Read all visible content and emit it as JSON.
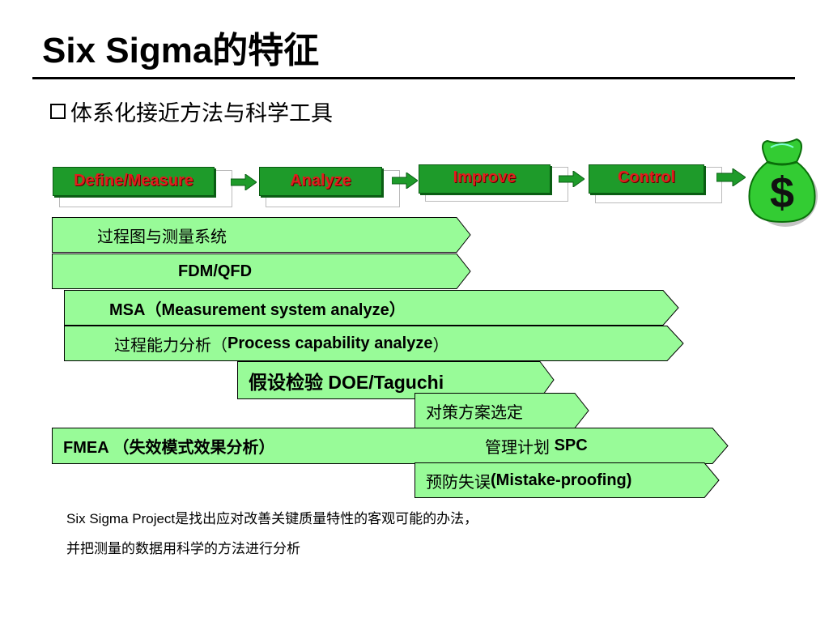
{
  "title": "Six Sigma的特征",
  "bullet": "体系化接近方法与科学工具",
  "flow_steps": [
    "Define/Measure",
    "Analyze",
    "Improve",
    "Control"
  ],
  "money_symbol": "$",
  "bars": {
    "b1": "过程图与测量系统",
    "b2": "FDM/QFD",
    "b3": "MSA（Measurement system analyze）",
    "b4a": "过程能力分析（",
    "b4b": "Process capability analyze",
    "b4c": "）",
    "b5": "假设检验  DOE/Taguchi",
    "b6": "对策方案选定",
    "b7": "FMEA （失效模式效果分析）",
    "b8a": "管理计划 ",
    "b8b": "SPC",
    "b9a": "预防失误",
    "b9b": "(Mistake-proofing)"
  },
  "footnote": {
    "line1": "Six Sigma Project是找出应对改善关键质量特性的客观可能的办法，",
    "line2": "并把测量的数据用科学的方法进行分析"
  },
  "colors": {
    "bar_fill": "#98fb98",
    "step_fill": "#1e9b2a",
    "step_text": "#e11d1d",
    "bag": "#33cc33"
  },
  "icons": [
    "money-bag-icon",
    "arrow-right-icon"
  ]
}
